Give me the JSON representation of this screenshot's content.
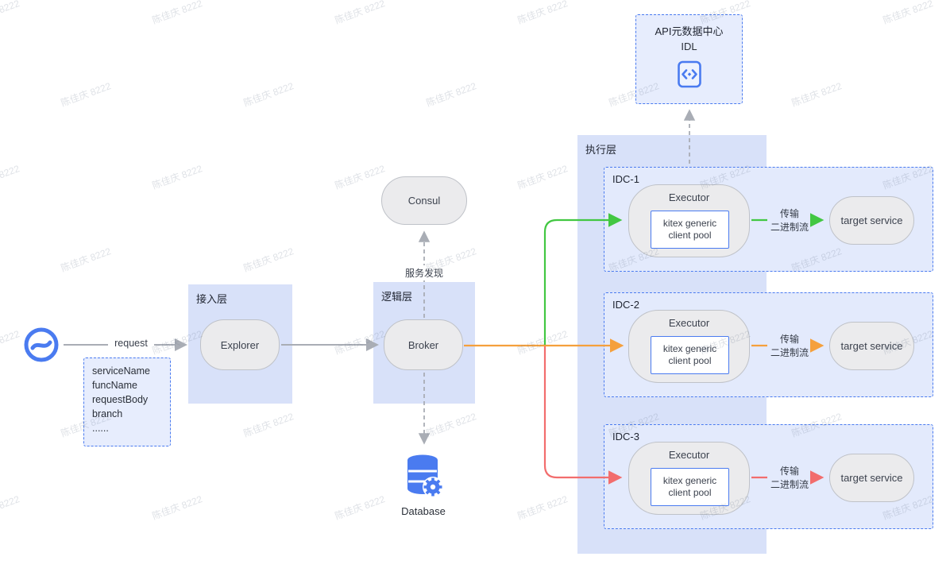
{
  "watermark": {
    "text": "陈佳庆 8222"
  },
  "client": {
    "request_label": "request"
  },
  "note": {
    "lines": [
      "serviceName",
      "funcName",
      "requestBody",
      "branch",
      "......"
    ]
  },
  "access_layer": {
    "label": "接入层",
    "node_label": "Explorer"
  },
  "logic_layer": {
    "label": "逻辑层",
    "node_label": "Broker"
  },
  "consul": {
    "label": "Consul"
  },
  "service_discovery_label": "服务发现",
  "database": {
    "label": "Database"
  },
  "api_center": {
    "title": "API元数据中心",
    "subtitle": "IDL"
  },
  "executor_layer": {
    "label": "执行层",
    "idcs": [
      {
        "label": "IDC-1",
        "executor_label": "Executor",
        "pool_label": "kitex generic client pool",
        "transfer_line1": "传输",
        "transfer_line2": "二进制流",
        "target_label": "target service"
      },
      {
        "label": "IDC-2",
        "executor_label": "Executor",
        "pool_label": "kitex generic client pool",
        "transfer_line1": "传输",
        "transfer_line2": "二进制流",
        "target_label": "target service"
      },
      {
        "label": "IDC-3",
        "executor_label": "Executor",
        "pool_label": "kitex generic client pool",
        "transfer_line1": "传输",
        "transfer_line2": "二进制流",
        "target_label": "target service"
      }
    ]
  },
  "colors": {
    "accent_blue": "#4a7bf0",
    "band_fill": "#d8e1f9",
    "box_fill": "#e7edfd",
    "arrow_gray": "#a9adb5",
    "idc1_arrow_green": "#42c742",
    "idc2_arrow_orange": "#f5a03c",
    "idc3_arrow_red": "#f26d6d"
  }
}
